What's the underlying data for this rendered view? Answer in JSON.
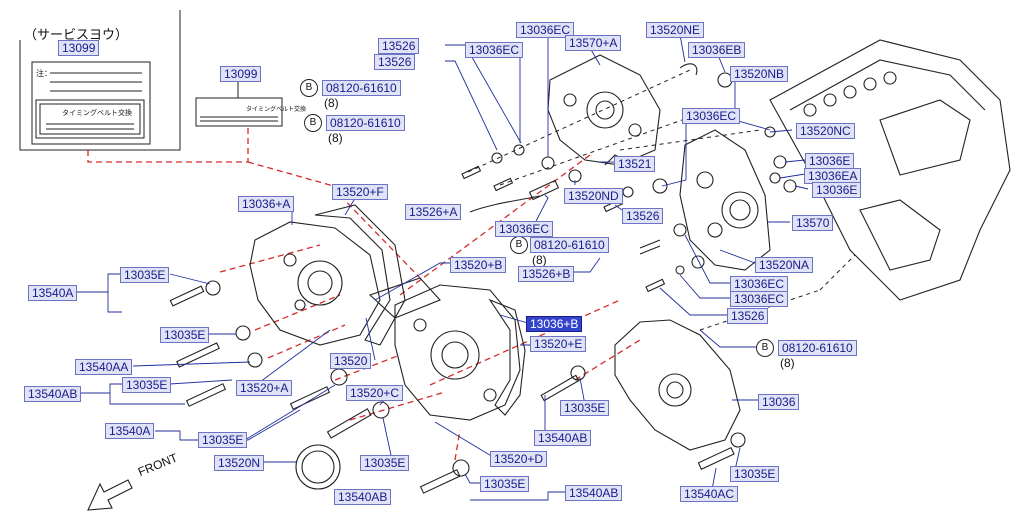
{
  "service_box": {
    "title": "（サービスヨウ）",
    "part": "13099",
    "note": "注：",
    "label_text": "タイミングベルト交換"
  },
  "label_sticker": {
    "part": "13099",
    "label_text": "タイミングベルト交換"
  },
  "bolt_callouts": [
    {
      "symbol": "B",
      "part": "08120-61610",
      "qty": "(8)"
    },
    {
      "symbol": "B",
      "part": "08120-61610",
      "qty": "(8)"
    },
    {
      "symbol": "B",
      "part": "08120-61610",
      "qty": "(8)"
    },
    {
      "symbol": "B",
      "part": "08120-61610",
      "qty": "(8)"
    }
  ],
  "callouts": {
    "c13036EC_a": "13036EC",
    "c13526_a": "13526",
    "c13036EC_b": "13036EC",
    "c13526_b": "13526",
    "c13570A": "13570+A",
    "c13520NE": "13520NE",
    "c13036EB": "13036EB",
    "c13520NB": "13520NB",
    "c13036EC_c": "13036EC",
    "c13520NC": "13520NC",
    "c13521": "13521",
    "c13036E_a": "13036E",
    "c13036EA": "13036EA",
    "c13036E_b": "13036E",
    "c13520ND": "13520ND",
    "c13526A": "13526+A",
    "c13526_c": "13526",
    "c13036EC_d": "13036EC",
    "c13570": "13570",
    "c13520F": "13520+F",
    "c13036A": "13036+A",
    "c13520B": "13520+B",
    "c13526B": "13526+B",
    "c13520NA": "13520NA",
    "c13036EC_e": "13036EC",
    "c13036EC_f": "13036EC",
    "c13526_d": "13526",
    "c13035E_a": "13035E",
    "c13540A_a": "13540A",
    "c13035E_b": "13035E",
    "c13036B": "13036+B",
    "c13520E": "13520+E",
    "c13520": "13520",
    "c13540AA": "13540AA",
    "c13035E_c": "13035E",
    "c13520A": "13520+A",
    "c13540AB_a": "13540AB",
    "c13520C": "13520+C",
    "c13035E_d": "13035E",
    "c13036": "13036",
    "c13540A_b": "13540A",
    "c13035E_e": "13035E",
    "c13540AB_b": "13540AB",
    "c13520N": "13520N",
    "c13035E_f": "13035E",
    "c13520D": "13520+D",
    "c13035E_g": "13035E",
    "c13540AB_c": "13540AB",
    "c13035E_h": "13035E",
    "c13540AC": "13540AC"
  },
  "front_label": "FRONT",
  "highlight_color": "#3344cc"
}
